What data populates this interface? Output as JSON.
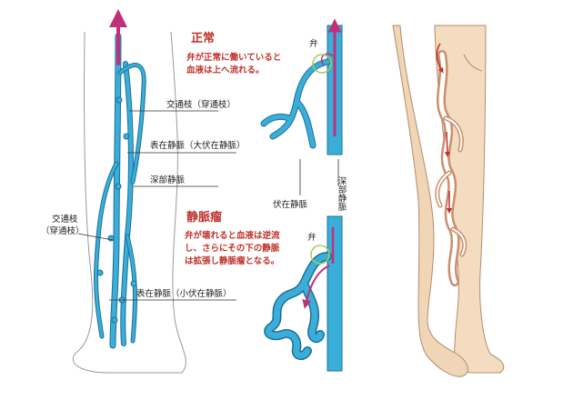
{
  "labels": {
    "perforator_top": "交通枝（穿通枝）",
    "superficial_great": "表在静脈（大伏在静脈）",
    "deep_vein": "深部静脈",
    "perforator_left_line1": "交通枝",
    "perforator_left_line2": "（穿通枝）",
    "superficial_small": "表在静脈（小伏在静脈）",
    "valve_top": "弁",
    "saphenous_vein": "伏在静脈",
    "deep_vein_vertical": "深部静脈",
    "valve_bottom": "弁"
  },
  "normal": {
    "title": "正常",
    "line1": "弁が正常に働いていると",
    "line2": "血液は上へ流れる。"
  },
  "varicose": {
    "title": "静脈瘤",
    "line1": "弁が壊れると血液は逆流",
    "line2": "し、さらにその下の静脈",
    "line3": "は拡張し静脈瘤となる。"
  },
  "colors": {
    "vein": "#3aaed8",
    "vein_outline": "#1d6f99",
    "arrow": "#c0307a",
    "skin": "#f3dcc0",
    "skin_outline": "#b58c6a",
    "red_text": "#c0302a",
    "valve_circle": "#9fcf5a"
  }
}
